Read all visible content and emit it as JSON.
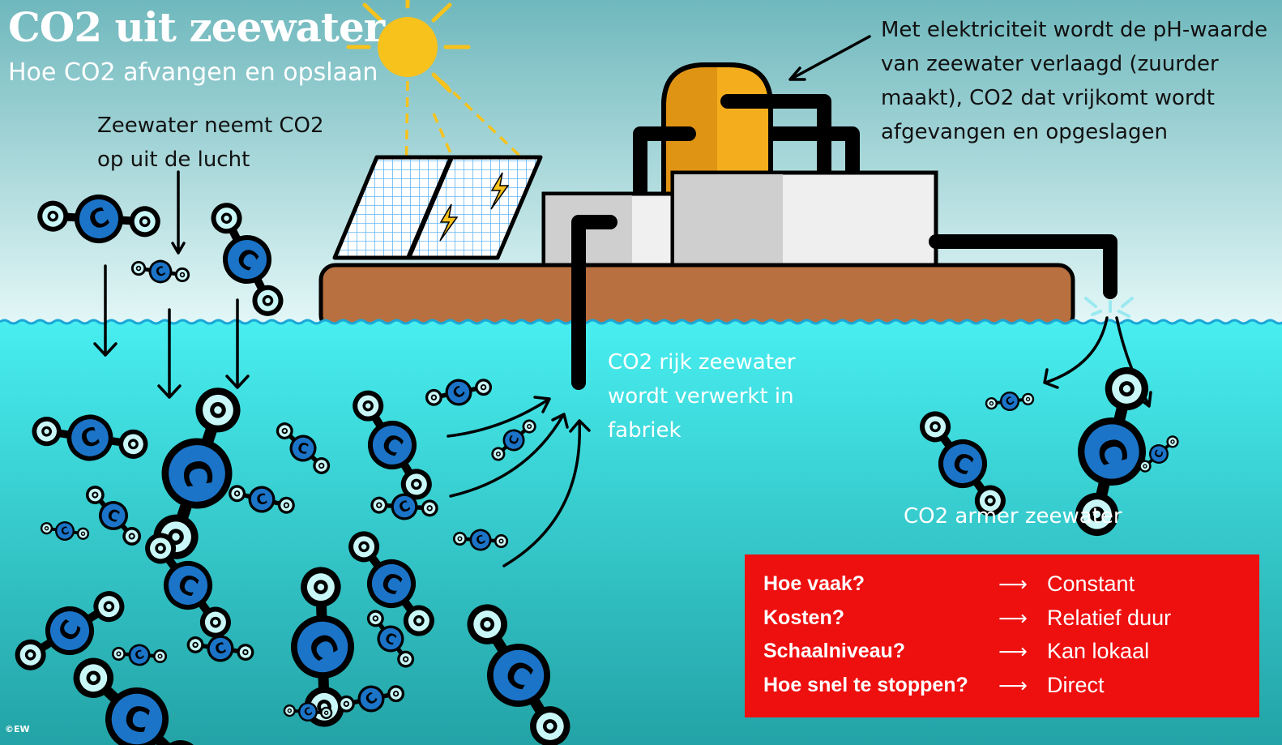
{
  "header": {
    "title": "CO2 uit zeewater",
    "subtitle": "Hoe CO2 afvangen en opslaan"
  },
  "annotations": {
    "uptake": "Zeewater neemt CO2 op uit de lucht",
    "process": "Met elektriciteit wordt de pH-waarde van zeewater verlaagd (zuurder maakt), CO2 dat vrijkomt wordt afgevangen en opgeslagen",
    "co2_rich": "CO2 rijk zeewater wordt verwerkt in fabriek",
    "co2_poor": "CO2 armer zeewater"
  },
  "facts": [
    {
      "question": "Hoe vaak?",
      "answer": "Constant"
    },
    {
      "question": "Kosten?",
      "answer": "Relatief duur"
    },
    {
      "question": "Schaalniveau?",
      "answer": "Kan lokaal"
    },
    {
      "question": "Hoe snel te stoppen?",
      "answer": "Direct"
    }
  ],
  "fact_arrow": "⟶",
  "credit": "©EW",
  "colors": {
    "sky_top": "#6fb8bd",
    "sky_bottom": "#dff6f6",
    "sea_top": "#3ee6ea",
    "sea_bottom": "#25a9ac",
    "hull": "#b87040",
    "factory_dome": "#f4ad1d",
    "carbon_atom": "#1b74c8",
    "oxygen_atom": "#c9f7f7",
    "sun": "#f7c21c",
    "facts_box": "#ee0f0f"
  },
  "icons": {
    "sun": "sun-icon",
    "solar_panel": "solar-panel-icon",
    "lightning": "lightning-bolt-icon",
    "molecule": "co2-molecule-icon",
    "factory": "factory-icon"
  },
  "molecule_label": "C"
}
